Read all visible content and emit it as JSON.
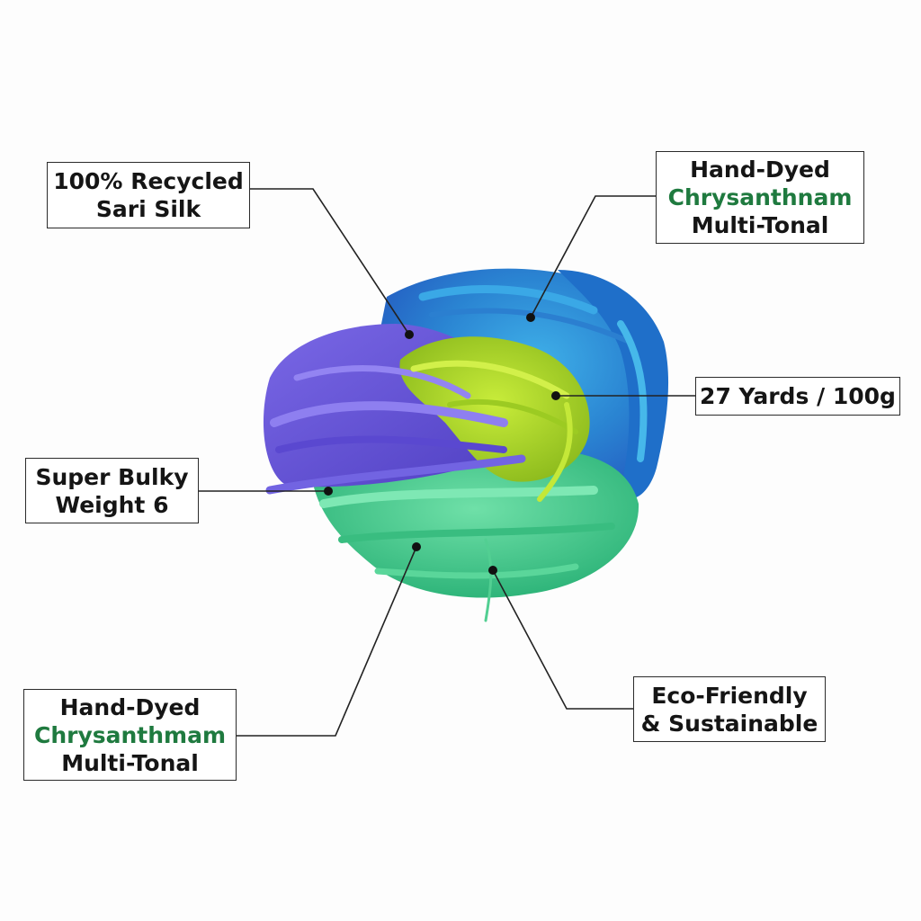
{
  "callouts": {
    "recycled": {
      "line1": "100% Recycled",
      "line2": "Sari Silk"
    },
    "hand_dyed_top": {
      "line1": "Hand-Dyed",
      "line2": "Chrysanthnam",
      "line3": "Multi-Tonal"
    },
    "yardage": {
      "line1": "27 Yards / 100g"
    },
    "weight": {
      "line1": "Super Bulky",
      "line2": "Weight 6"
    },
    "hand_dyed_bottom": {
      "line1": "Hand-Dyed",
      "line2": "Chrysanthmam",
      "line3": "Multi-Tonal"
    },
    "eco": {
      "line1": "Eco-Friendly",
      "line2": "& Sustainable"
    }
  },
  "colors": {
    "accent_text": "#1f7a3f",
    "yarn_purple": "#6a55d8",
    "yarn_blue": "#2f86d6",
    "yarn_lime": "#a6d42a",
    "yarn_mint": "#4fc98c"
  },
  "subject": "yarn-bundle"
}
